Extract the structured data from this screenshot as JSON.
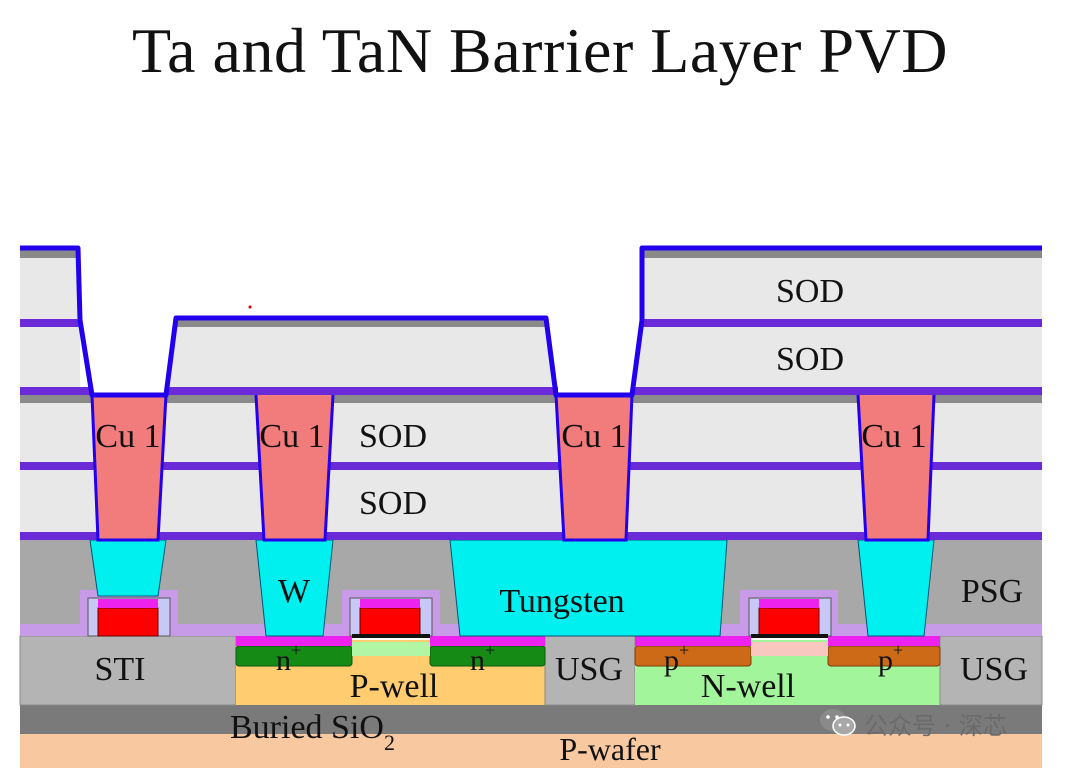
{
  "title": "Ta and TaN Barrier Layer PVD",
  "labels": {
    "sod_top": "SOD",
    "sod_mid": "SOD",
    "cu1_a": "Cu 1",
    "cu1_b": "Cu 1",
    "cu1_c": "Cu 1",
    "cu1_d": "Cu 1",
    "sod_upper": "SOD",
    "sod_lower": "SOD",
    "w": "W",
    "tungsten": "Tungsten",
    "psg": "PSG",
    "sti": "STI",
    "nplus_left": "n",
    "nplus_right": "n",
    "plus_sup": "+",
    "pwell": "P-well",
    "usg_mid": "USG",
    "pplus_left": "p",
    "pplus_right": "p",
    "nwell": "N-well",
    "usg_right": "USG",
    "buried": "Buried SiO",
    "buried_sub": "2",
    "pwafer": "P-wafer"
  },
  "watermark": "公众号 · 深芯",
  "colors": {
    "sod": "#e8e8e8",
    "barrier": "#2200ee",
    "etch_stop": "#6a2ad8",
    "copper": "#f27b7b",
    "tungsten": "#00f0f0",
    "psg": "#a8a8a8",
    "sti": "#b4b4b4",
    "buried_oxide": "#7a7a7a",
    "p_wafer": "#f8c8a0",
    "p_well": "#ffcc70",
    "n_well": "#a2f59a",
    "n_plus": "#158a15",
    "p_plus": "#cc6a18",
    "gate": "#ff0000",
    "silicide": "#ee22ee",
    "spacer": "#c8c8f6",
    "liner": "#c79be8"
  },
  "icons": {
    "watermark": "wechat-icon"
  }
}
